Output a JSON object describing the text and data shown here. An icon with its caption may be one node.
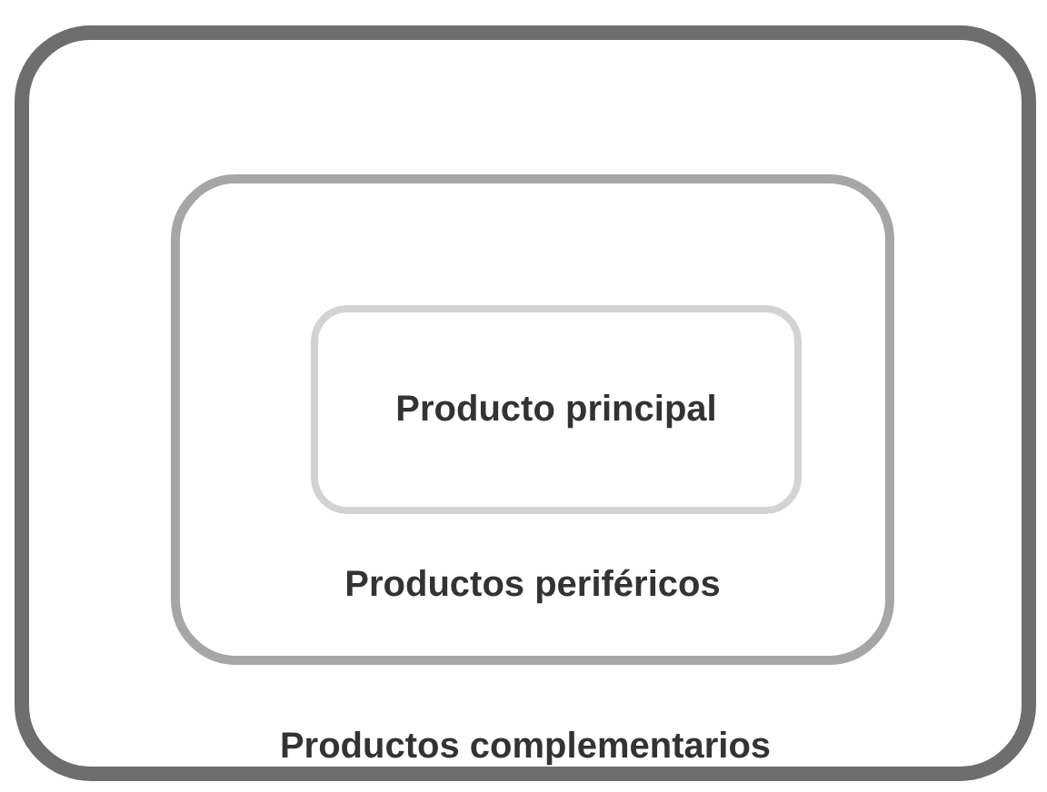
{
  "diagram": {
    "nodes": [
      {
        "text": [
          "Productos complementarios"
        ]
      },
      {
        "text": [
          "Productos periféricos"
        ],
        "in": 0
      },
      {
        "text": [
          "Producto principal"
        ],
        "in": 1
      }
    ]
  }
}
